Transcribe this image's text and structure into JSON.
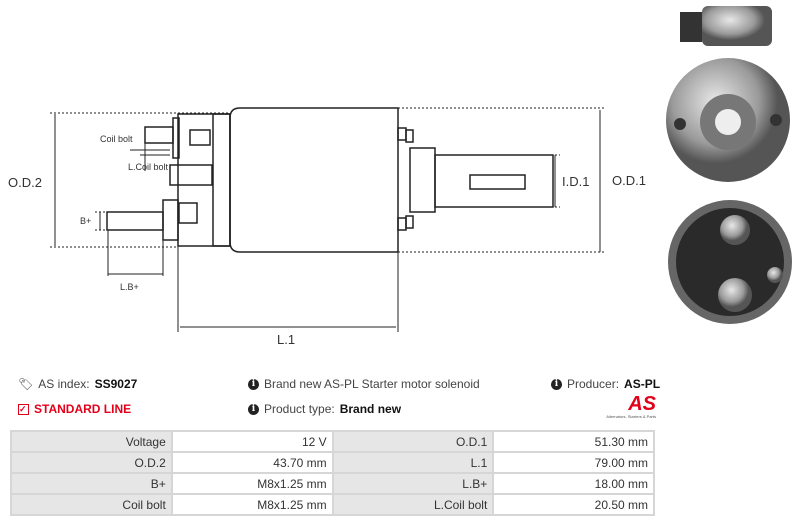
{
  "diagram": {
    "labels": {
      "od2": "O.D.2",
      "od1": "O.D.1",
      "id1": "I.D.1",
      "l1": "L.1",
      "coil_bolt": "Coil bolt",
      "l_coil_bolt": "L.Coil bolt",
      "b_plus": "B+",
      "l_b_plus": "L.B+"
    }
  },
  "info": {
    "as_index_label": "AS index:",
    "as_index_value": "SS9027",
    "line": "STANDARD LINE",
    "description": "Brand new AS-PL Starter motor solenoid",
    "product_type_label": "Product type:",
    "product_type_value": "Brand new",
    "producer_label": "Producer:",
    "producer_value": "AS-PL",
    "logo_text": "AS",
    "logo_sub": "Alternators, Starters & Parts"
  },
  "colors": {
    "accent": "#e3001b"
  },
  "specs": [
    [
      "Voltage",
      "12 V",
      "O.D.1",
      "51.30 mm"
    ],
    [
      "O.D.2",
      "43.70 mm",
      "L.1",
      "79.00 mm"
    ],
    [
      "B+",
      "M8x1.25 mm",
      "L.B+",
      "18.00 mm"
    ],
    [
      "Coil bolt",
      "M8x1.25 mm",
      "L.Coil bolt",
      "20.50 mm"
    ]
  ]
}
